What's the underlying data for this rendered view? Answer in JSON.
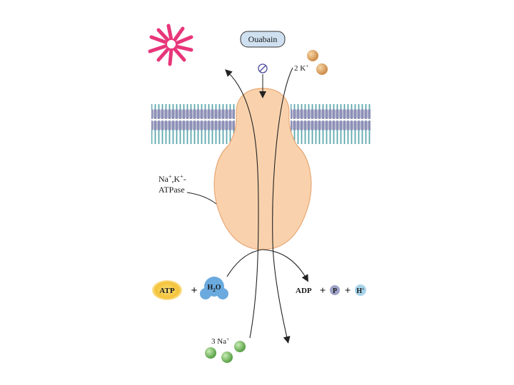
{
  "diagram": {
    "ouabain_label": "Ouabain",
    "k_label": "2 K",
    "k_sup": "+",
    "enzyme_label_line1_a": "Na",
    "enzyme_label_line1_sup1": "+",
    "enzyme_label_line1_b": ",K",
    "enzyme_label_line1_sup2": "+",
    "enzyme_label_line1_c": "-",
    "enzyme_label_line2": "ATPase",
    "atp_label": "ATP",
    "plus1": "+",
    "h2o_h": "H",
    "h2o_sub": "2",
    "h2o_o": "O",
    "adp_label": "ADP",
    "plus2": "+",
    "p_label": "P",
    "plus3": "+",
    "h_label": "H",
    "h_sup": "+",
    "na_label": "3 Na",
    "na_sup": "+",
    "colors": {
      "enzyme_fill": "#f9d2ad",
      "enzyme_stroke": "#e8a774",
      "membrane_head": "#8d90b6",
      "membrane_core": "#79c4c7",
      "ouabain_fill": "#cfe0f0",
      "k_ion": "#d9a060",
      "na_ion": "#7ec06a",
      "atp_fill": "#f6c84a",
      "water": "#6aaadf",
      "pi_fill": "#9fa3c8",
      "h_fill": "#a8d4ea",
      "starburst": "#e8367a"
    }
  }
}
